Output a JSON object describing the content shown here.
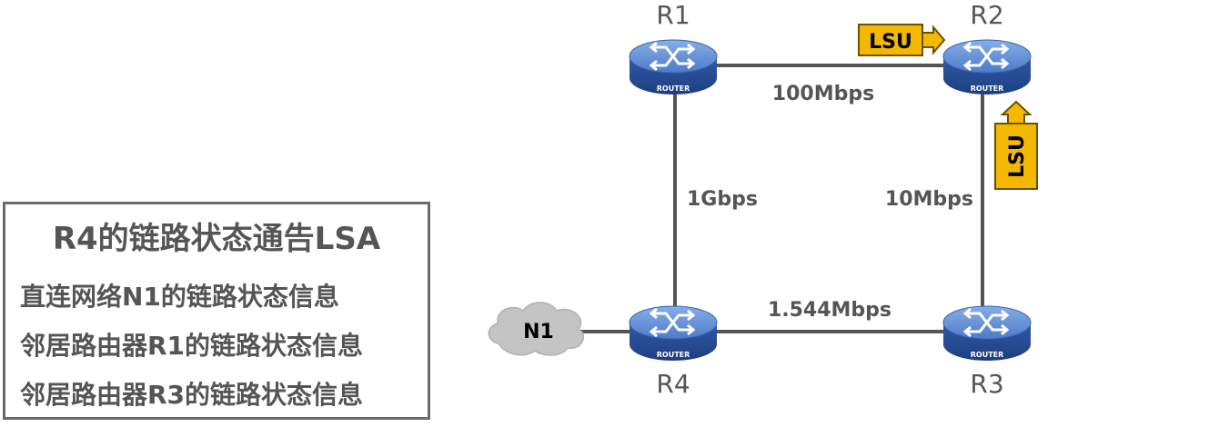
{
  "lsa_panel": {
    "title": "R4的链路状态通告LSA",
    "items": [
      "直连网络N1的链路状态信息",
      "邻居路由器R1的链路状态信息",
      "邻居路由器R3的链路状态信息"
    ]
  },
  "routers": [
    {
      "id": "r1",
      "label": "R1",
      "badge": "ROUTER"
    },
    {
      "id": "r2",
      "label": "R2",
      "badge": "ROUTER"
    },
    {
      "id": "r3",
      "label": "R3",
      "badge": "ROUTER"
    },
    {
      "id": "r4",
      "label": "R4",
      "badge": "ROUTER"
    }
  ],
  "network": {
    "label": "N1"
  },
  "links": {
    "r1_r2": "100Mbps",
    "r1_r4": "1Gbps",
    "r2_r3": "10Mbps",
    "r4_r3": "1.544Mbps"
  },
  "lsu_tags": [
    "LSU",
    "LSU"
  ],
  "colors": {
    "router_body": "#3b67b8",
    "router_top": "#6f98dc",
    "lsu_fill": "#f5b800",
    "lsu_stroke": "#6b5200",
    "cloud": "#c4c4c4",
    "line": "#555555",
    "text": "#555555"
  }
}
